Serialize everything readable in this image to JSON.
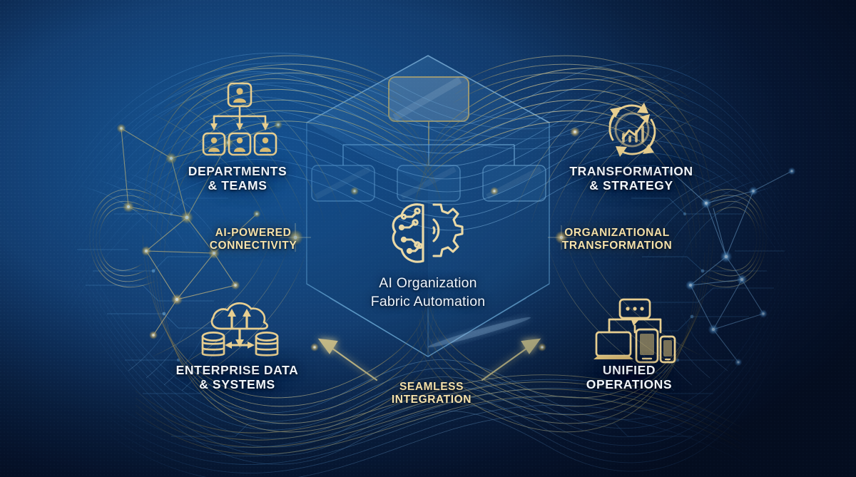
{
  "graphic": {
    "kind": "concept-infographic",
    "theme": "AI Organization Fabric Automation",
    "palette": {
      "background_deep": "#0b2347",
      "background_mid": "#1d5f99",
      "background_light": "#2470ab",
      "gold": "#e8c87a",
      "gold_bright": "#ffe9ae",
      "gold_deep": "#c99a3e",
      "blue_mesh": "#5aa9e0",
      "blue_mesh_deep": "#2f6fae",
      "white_text": "#f2f6fb",
      "gold_text": "#f6e2ab",
      "hex_stroke": "#76b6e4"
    }
  },
  "center": {
    "icon": "brain-gear-icon",
    "title": "AI Organization\nFabric Automation"
  },
  "nodes": [
    {
      "id": "departments",
      "icon": "org-chart-people-icon",
      "label": "DEPARTMENTS\n& TEAMS",
      "style": "white",
      "position": "top-left"
    },
    {
      "id": "transformation",
      "icon": "cycle-growth-chart-icon",
      "label": "TRANSFORMATION\n& STRATEGY",
      "style": "white",
      "position": "top-right"
    },
    {
      "id": "enterprise-data",
      "icon": "cloud-database-icon",
      "label": "ENTERPRISE DATA\n& SYSTEMS",
      "style": "white",
      "position": "bottom-left"
    },
    {
      "id": "unified-ops",
      "icon": "multi-device-chat-icon",
      "label": "UNIFIED\nOPERATIONS",
      "style": "white",
      "position": "bottom-right"
    }
  ],
  "connectors": [
    {
      "id": "ai-powered-connectivity",
      "label": "AI-POWERED\nCONNECTIVITY",
      "style": "gold",
      "position": "middle-left"
    },
    {
      "id": "organizational-transformation",
      "label": "ORGANIZATIONAL\nTRANSFORMATION",
      "style": "gold",
      "position": "middle-right"
    },
    {
      "id": "seamless-integration",
      "label": "SEAMLESS\nINTEGRATION",
      "style": "gold",
      "position": "bottom-center"
    }
  ],
  "decor": {
    "hexagon": "central-hexagon-frame",
    "org_chart_nodes": 4,
    "gold_ribbons": "woven-gold-mesh-ribbons",
    "blue_ribbons": "woven-blue-mesh-ribbons",
    "constellation_left": "gold-network-constellation",
    "constellation_right": "blue-network-constellation",
    "circuit_traces": "pcb-trace-pattern",
    "arrows": [
      "arrow-up-left",
      "arrow-up-right"
    ]
  }
}
